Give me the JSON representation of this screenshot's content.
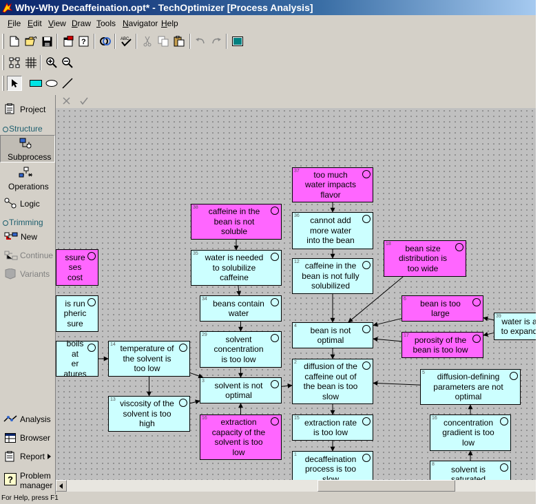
{
  "window": {
    "title": "Why-Why Decaffeination.opt* - TechOptimizer [Process Analysis]"
  },
  "menu": [
    {
      "label": "File",
      "u": "F",
      "rest": "ile"
    },
    {
      "label": "Edit",
      "u": "E",
      "rest": "dit"
    },
    {
      "label": "View",
      "u": "V",
      "rest": "iew"
    },
    {
      "label": "Draw",
      "u": "D",
      "rest": "raw"
    },
    {
      "label": "Tools",
      "u": "T",
      "rest": "ools"
    },
    {
      "label": "Navigator",
      "u": "N",
      "rest": "avigator"
    },
    {
      "label": "Help",
      "u": "H",
      "rest": "elp"
    }
  ],
  "toolbar": {
    "icons": [
      "new-file-icon",
      "open-folder-icon",
      "save-icon",
      "properties-icon",
      "help-icon",
      "link-icon",
      "spell-check-icon",
      "cut-icon",
      "copy-icon",
      "paste-icon",
      "undo-icon",
      "redo-icon",
      "fullscreen-icon",
      "layout-icon",
      "grid-icon",
      "zoom-in-icon",
      "zoom-out-icon",
      "pointer-icon",
      "rectangle-icon",
      "ellipse-icon",
      "line-icon"
    ]
  },
  "panel": {
    "project": "Project",
    "structure": "Structure",
    "subprocess": "Subprocess",
    "operations": "Operations",
    "logic": "Logic",
    "trimming": "Trimming",
    "new": "New",
    "continue": "Continue",
    "variants": "Variants",
    "analysis": "Analysis",
    "browser": "Browser",
    "report": "Report",
    "problem_manager_line1": "Problem",
    "problem_manager_line2": "manager"
  },
  "status": {
    "text": "For Help, press F1"
  },
  "colors": {
    "cyan_node": "#ccffff",
    "magenta_node": "#ff66ff",
    "canvas": "#c0c0c0"
  },
  "nodes": [
    {
      "id": "n37",
      "num": "37",
      "color": "magenta",
      "text": "too much\nwater impacts\nflavor"
    },
    {
      "id": "n38",
      "num": "38",
      "color": "magenta",
      "text": "caffeine in the\nbean is not\nsoluble"
    },
    {
      "id": "n36",
      "num": "36",
      "color": "cyan",
      "text": "cannot add\nmore water\ninto the bean"
    },
    {
      "id": "n35",
      "num": "35",
      "color": "cyan",
      "text": "water is needed\nto solubilize\ncaffeine"
    },
    {
      "id": "n12",
      "num": "12",
      "color": "cyan",
      "text": "caffeine in the\nbean is not fully\nsolubilized"
    },
    {
      "id": "n18",
      "num": "18",
      "color": "magenta",
      "text": "bean size\ndistribution is\ntoo wide"
    },
    {
      "id": "nPressure",
      "num": "",
      "color": "magenta",
      "text": "ssure\nses\n cost"
    },
    {
      "id": "n34",
      "num": "34",
      "color": "cyan",
      "text": "beans contain\nwater"
    },
    {
      "id": "n4",
      "num": "4",
      "color": "cyan",
      "text": "bean is not\noptimal"
    },
    {
      "id": "n6",
      "num": "6",
      "color": "magenta",
      "text": "bean is too\nlarge"
    },
    {
      "id": "nRun",
      "num": "",
      "color": "cyan",
      "text": " is run\npheric\nsure"
    },
    {
      "id": "n29",
      "num": "29",
      "color": "cyan",
      "text": "solvent\nconcentration\nis too low"
    },
    {
      "id": "n17",
      "num": "17",
      "color": "magenta",
      "text": "porosity of the\nbean is too low"
    },
    {
      "id": "n39",
      "num": "39",
      "color": "cyan",
      "text": "water is a\nto expand"
    },
    {
      "id": "nBoils",
      "num": "",
      "color": "cyan",
      "text": "boils at\ner\natures"
    },
    {
      "id": "n14",
      "num": "14",
      "color": "cyan",
      "text": "temperature of\nthe solvent is\ntoo low"
    },
    {
      "id": "n3",
      "num": "3",
      "color": "cyan",
      "text": "solvent is not\noptimal"
    },
    {
      "id": "n2",
      "num": "2",
      "color": "cyan",
      "text": "diffusion of the\ncaffeine out of\nthe bean is too\nslow"
    },
    {
      "id": "n5",
      "num": "5",
      "color": "cyan",
      "text": "diffusion-defining\nparameters are not\noptimal"
    },
    {
      "id": "n13",
      "num": "13",
      "color": "cyan",
      "text": "viscosity of the\nsolvent is too\nhigh"
    },
    {
      "id": "n16",
      "num": "16",
      "color": "magenta",
      "text": "extraction\ncapacity of the\nsolvent is too\nlow"
    },
    {
      "id": "n15",
      "num": "15",
      "color": "cyan",
      "text": "extraction rate\nis too low"
    },
    {
      "id": "n16b",
      "num": "16",
      "color": "cyan",
      "text": "concentration\ngradient is too\nlow"
    },
    {
      "id": "n1",
      "num": "1",
      "color": "cyan",
      "text": "decaffeination\nprocess is too\nslow"
    },
    {
      "id": "n8",
      "num": "8",
      "color": "cyan",
      "text": "solvent is\nsaturated"
    }
  ],
  "edges": [
    [
      "n37",
      "n36"
    ],
    [
      "n38",
      "n35"
    ],
    [
      "n36",
      "n12"
    ],
    [
      "n35",
      "n34"
    ],
    [
      "n12",
      "n4"
    ],
    [
      "n18",
      "n4"
    ],
    [
      "n34",
      "n29"
    ],
    [
      "n6",
      "n4"
    ],
    [
      "n17",
      "n4"
    ],
    [
      "n39",
      "n6"
    ],
    [
      "n39",
      "n17"
    ],
    [
      "n29",
      "n3"
    ],
    [
      "nBoils",
      "n14"
    ],
    [
      "n14",
      "n13"
    ],
    [
      "n14",
      "n3"
    ],
    [
      "n13",
      "n3"
    ],
    [
      "n16",
      "n3"
    ],
    [
      "n3",
      "n2"
    ],
    [
      "n4",
      "n2"
    ],
    [
      "n5",
      "n2"
    ],
    [
      "n2",
      "n15"
    ],
    [
      "n15",
      "n1"
    ],
    [
      "n16b",
      "n5"
    ],
    [
      "n8",
      "n16b"
    ]
  ]
}
